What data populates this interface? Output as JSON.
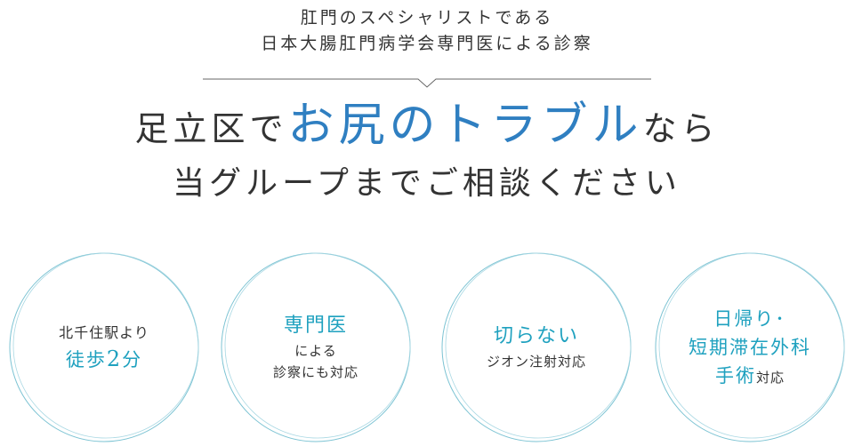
{
  "lead": {
    "line1": "肛門のスペシャリストである",
    "line2": "日本大腸肛門病学会専門医による診察"
  },
  "headline": {
    "row1_before": "足立区で",
    "row1_accent": "お尻のトラブル",
    "row1_after": "なら",
    "row2": "当グループまでご相談ください"
  },
  "features": [
    {
      "line1": "北千住駅より",
      "line2_a": "徒歩",
      "line2_b": "2",
      "line2_c": "分"
    },
    {
      "title": "専門医",
      "sub1": "による",
      "sub2": "診察にも対応"
    },
    {
      "title": "切らない",
      "sub": "ジオン注射対応"
    },
    {
      "line1": "日帰り･",
      "line2": "短期滞在外科",
      "line3_a": "手術",
      "line3_b": "対応"
    }
  ],
  "colors": {
    "accent_blue": "#2f7fc1",
    "accent_teal": "#1fa1bf",
    "text": "#333333",
    "ring": "#7cc3d3"
  }
}
